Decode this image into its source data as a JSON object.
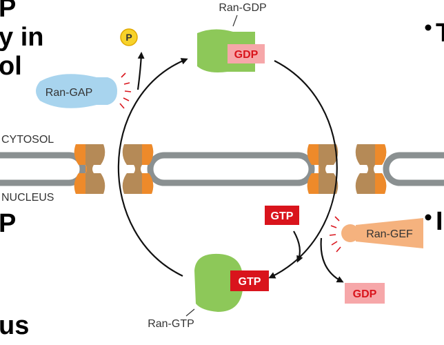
{
  "slide_fragments": {
    "line1": "P",
    "line2": "y in",
    "line3": "ol",
    "line4": "P",
    "line5": "us"
  },
  "diagram": {
    "compartments": {
      "cytosol": "CYTOSOL",
      "nucleus": "NUCLEUS"
    },
    "ran_gdp": {
      "label": "Ran-GDP",
      "nucleotide": "GDP"
    },
    "ran_gtp": {
      "label": "Ran-GTP",
      "nucleotide": "GTP"
    },
    "ran_gap": {
      "label": "Ran-GAP"
    },
    "ran_gef": {
      "label": "Ran-GEF"
    },
    "phosphate": "P",
    "incoming_nucleotide": "GTP",
    "released_nucleotide": "GDP"
  },
  "colors": {
    "ran_green": "#8dc859",
    "gap_blue": "#a8d4ee",
    "gef_orange": "#f5b27e",
    "gtp_red": "#d9141c",
    "gdp_pink": "#f6a7a9",
    "membrane_gray": "#8a9091",
    "pore_brown": "#b58a57",
    "pore_orange": "#ee8a2a",
    "phosphate_yellow": "#f7d22a"
  }
}
